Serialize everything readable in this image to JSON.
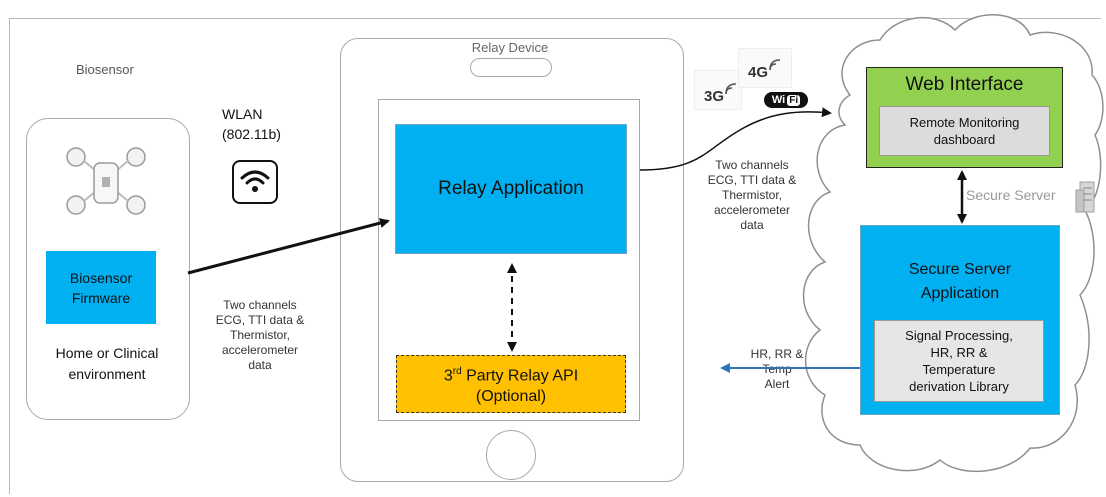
{
  "biosensor": {
    "title": "Biosensor",
    "firmware_line1": "Biosensor",
    "firmware_line2": "Firmware",
    "env_line1": "Home or Clinical",
    "env_line2": "environment"
  },
  "wlan": {
    "line1": "WLAN",
    "line2": "(802.11b)",
    "icon": "wifi-icon"
  },
  "data_label_left": [
    "Two channels",
    "ECG, TTI data &",
    "Thermistor,",
    "accelerometer",
    "data"
  ],
  "relay": {
    "device_title": "Relay Device",
    "app_label": "Relay Application",
    "api_line1_prefix": "3",
    "api_line1_sup": "rd",
    "api_line1_suffix": " Party Relay API",
    "api_line2": "(Optional)"
  },
  "networks": {
    "g3": "3G",
    "g4": "4G",
    "wifi_logo_w": "Wi",
    "wifi_logo_fi": "Fi"
  },
  "data_label_right": [
    "Two channels",
    "ECG, TTI data &",
    "Thermistor,",
    "accelerometer",
    "data"
  ],
  "web_interface": {
    "title": "Web Interface",
    "dash_line1": "Remote Monitoring",
    "dash_line2": "dashboard"
  },
  "secure_server": {
    "label": "Secure Server",
    "icon": "server-icon",
    "app_line1": "Secure Server",
    "app_line2": "Application",
    "lib_line1": "Signal Processing,",
    "lib_line2": "HR, RR  &",
    "lib_line3": "Temperature",
    "lib_line4": "derivation Library"
  },
  "alert_label": [
    "HR, RR &",
    "Temp",
    "Alert"
  ],
  "colors": {
    "blue": "#00b0f0",
    "green": "#92d050",
    "orange": "#ffc000",
    "alert_arrow": "#2e75b6"
  }
}
